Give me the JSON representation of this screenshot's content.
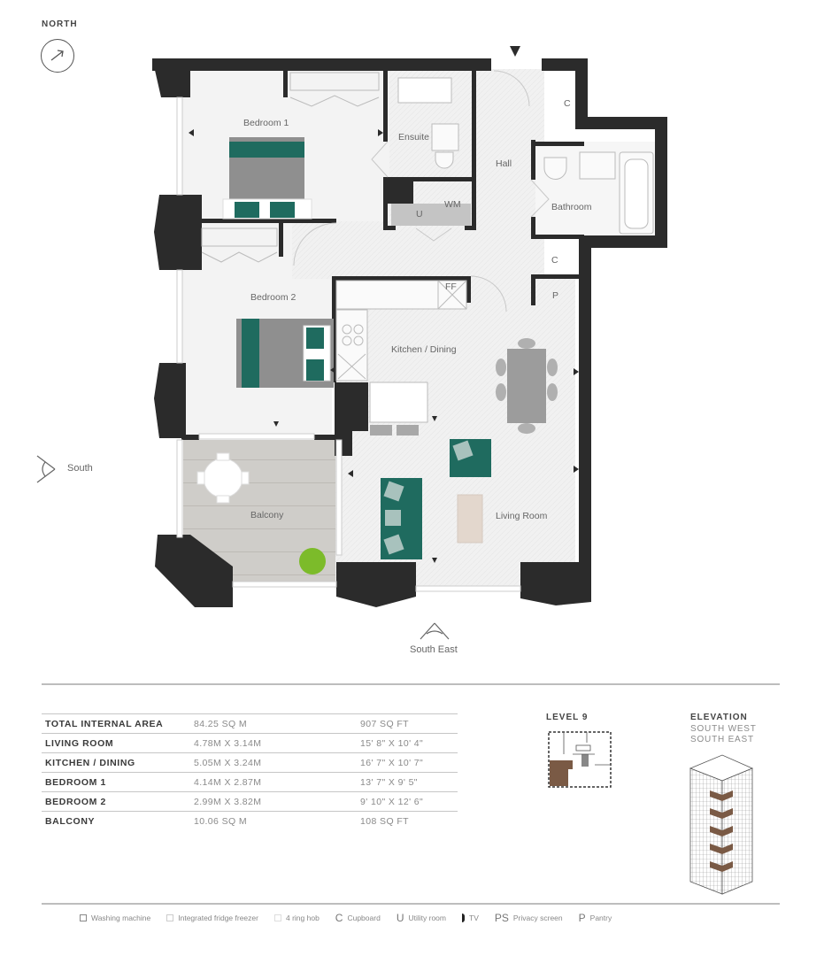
{
  "compass": {
    "label": "NORTH",
    "icon": "north-arrow-icon"
  },
  "views": {
    "south": "South",
    "south_east": "South East"
  },
  "floorplan": {
    "rooms": {
      "bedroom1": "Bedroom 1",
      "bedroom2": "Bedroom 2",
      "ensuite": "Ensuite",
      "hall": "Hall",
      "bathroom": "Bathroom",
      "kitchen_dining": "Kitchen / Dining",
      "living_room": "Living Room",
      "balcony": "Balcony",
      "utility": "U",
      "washing_machine": "WM",
      "fridge_freezer": "FF",
      "cupboard1": "C",
      "cupboard2": "C",
      "pantry": "P"
    },
    "colors": {
      "wall": "#2b2b2b",
      "floor": "#f1f1f1",
      "teal": "#1f6b5f",
      "bed_grey": "#8f8f8f",
      "balcony_floor": "#cfcdc9",
      "plant_green": "#7cbb2a",
      "rug": "#e3d7cd"
    }
  },
  "area_table": {
    "rows": [
      {
        "name": "TOTAL INTERNAL AREA",
        "metric": "84.25 SQ M",
        "imperial": "907 SQ FT"
      },
      {
        "name": "LIVING ROOM",
        "metric": "4.78M X 3.14M",
        "imperial": "15' 8\" X 10' 4\""
      },
      {
        "name": "KITCHEN / DINING",
        "metric": "5.05M X 3.24M",
        "imperial": "16' 7\" X 10' 7\""
      },
      {
        "name": "BEDROOM 1",
        "metric": "4.14M X 2.87M",
        "imperial": "13' 7\" X 9' 5\""
      },
      {
        "name": "BEDROOM 2",
        "metric": "2.99M X 3.82M",
        "imperial": "9' 10\" X 12' 6\""
      },
      {
        "name": "BALCONY",
        "metric": "10.06 SQ M",
        "imperial": "108 SQ FT"
      }
    ]
  },
  "level": {
    "title": "LEVEL 9",
    "highlight_color": "#7a5a45"
  },
  "elevation": {
    "title": "ELEVATION",
    "line1": "SOUTH WEST",
    "line2": "SOUTH EAST"
  },
  "legend": {
    "items": [
      {
        "symbol": "washing-machine-icon",
        "label": "Washing machine"
      },
      {
        "symbol": "fridge-freezer-icon",
        "label": "Integrated fridge freezer"
      },
      {
        "symbol": "hob-icon",
        "label": "4 ring hob"
      },
      {
        "symbol": "C",
        "label": "Cupboard"
      },
      {
        "symbol": "U",
        "label": "Utility room"
      },
      {
        "symbol": "tv-icon",
        "label": "TV"
      },
      {
        "symbol": "PS",
        "label": "Privacy screen"
      },
      {
        "symbol": "P",
        "label": "Pantry"
      }
    ]
  }
}
